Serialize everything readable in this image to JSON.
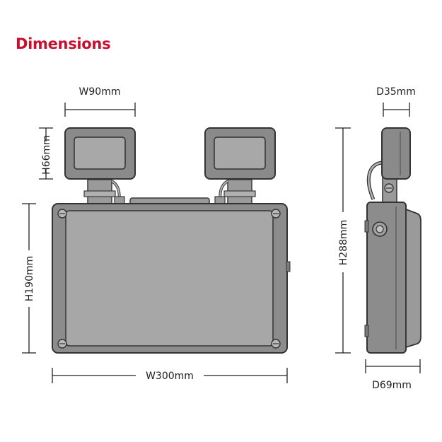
{
  "title": "Dimensions",
  "colors": {
    "title": "#c8102e",
    "outline": "#3a3a3a",
    "body_fill": "#8c8c8c",
    "panel_fill": "#a7a7a7",
    "dim_line": "#222222"
  },
  "dimensions": {
    "head_width": "W90mm",
    "head_height": "H66mm",
    "body_height": "H190mm",
    "body_width": "W300mm",
    "head_depth": "D35mm",
    "total_height": "H288mm",
    "body_depth": "D69mm"
  }
}
